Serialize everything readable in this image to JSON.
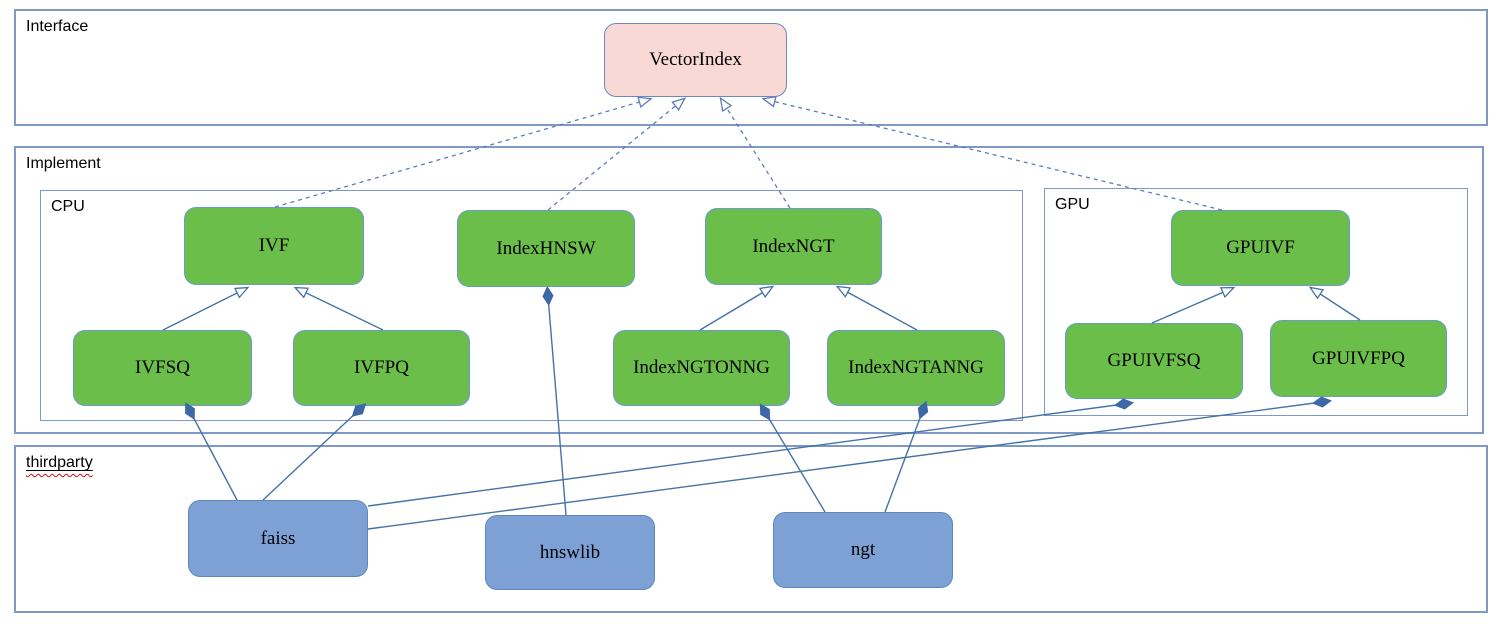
{
  "diagram": {
    "containers": [
      {
        "id": "interface",
        "label": "Interface"
      },
      {
        "id": "implement",
        "label": "Implement"
      },
      {
        "id": "cpu",
        "label": "CPU"
      },
      {
        "id": "gpu",
        "label": "GPU"
      },
      {
        "id": "thirdparty",
        "label": "thirdparty",
        "spellcheck_squiggle": true
      }
    ],
    "nodes": [
      {
        "id": "vectorindex",
        "label": "VectorIndex",
        "kind": "interface",
        "container": "interface"
      },
      {
        "id": "ivf",
        "label": "IVF",
        "kind": "implementation",
        "container": "cpu"
      },
      {
        "id": "indexhnsw",
        "label": "IndexHNSW",
        "kind": "implementation",
        "container": "cpu"
      },
      {
        "id": "indexngt",
        "label": "IndexNGT",
        "kind": "implementation",
        "container": "cpu"
      },
      {
        "id": "ivfsq",
        "label": "IVFSQ",
        "kind": "implementation",
        "container": "cpu"
      },
      {
        "id": "ivfpq",
        "label": "IVFPQ",
        "kind": "implementation",
        "container": "cpu"
      },
      {
        "id": "indexngtonng",
        "label": "IndexNGTONNG",
        "kind": "implementation",
        "container": "cpu"
      },
      {
        "id": "indexngtanng",
        "label": "IndexNGTANNG",
        "kind": "implementation",
        "container": "cpu"
      },
      {
        "id": "gpuivf",
        "label": "GPUIVF",
        "kind": "implementation",
        "container": "gpu"
      },
      {
        "id": "gpuivfsq",
        "label": "GPUIVFSQ",
        "kind": "implementation",
        "container": "gpu"
      },
      {
        "id": "gpuivfpq",
        "label": "GPUIVFPQ",
        "kind": "implementation",
        "container": "gpu"
      },
      {
        "id": "faiss",
        "label": "faiss",
        "kind": "library",
        "container": "thirdparty"
      },
      {
        "id": "hnswlib",
        "label": "hnswlib",
        "kind": "library",
        "container": "thirdparty"
      },
      {
        "id": "ngt",
        "label": "ngt",
        "kind": "library",
        "container": "thirdparty"
      }
    ],
    "edges": [
      {
        "from": "IVF",
        "to": "VectorIndex",
        "type": "realization",
        "style": "dashed, open arrow at VectorIndex"
      },
      {
        "from": "IndexHNSW",
        "to": "VectorIndex",
        "type": "realization",
        "style": "dashed, open arrow at VectorIndex"
      },
      {
        "from": "IndexNGT",
        "to": "VectorIndex",
        "type": "realization",
        "style": "dashed, open arrow at VectorIndex"
      },
      {
        "from": "GPUIVF",
        "to": "VectorIndex",
        "type": "realization",
        "style": "dashed, open arrow at VectorIndex"
      },
      {
        "from": "IVFSQ",
        "to": "IVF",
        "type": "generalization",
        "style": "solid, hollow triangle at IVF"
      },
      {
        "from": "IVFPQ",
        "to": "IVF",
        "type": "generalization",
        "style": "solid, hollow triangle at IVF"
      },
      {
        "from": "IndexNGTONNG",
        "to": "IndexNGT",
        "type": "generalization",
        "style": "solid, hollow triangle at IndexNGT"
      },
      {
        "from": "IndexNGTANNG",
        "to": "IndexNGT",
        "type": "generalization",
        "style": "solid, hollow triangle at IndexNGT"
      },
      {
        "from": "GPUIVFSQ",
        "to": "GPUIVF",
        "type": "generalization",
        "style": "solid, hollow triangle at GPUIVF"
      },
      {
        "from": "GPUIVFPQ",
        "to": "GPUIVF",
        "type": "generalization",
        "style": "solid, hollow triangle at GPUIVF"
      },
      {
        "from": "faiss",
        "to": "IVFSQ",
        "type": "composition",
        "style": "solid, filled diamond at IVFSQ"
      },
      {
        "from": "faiss",
        "to": "IVFPQ",
        "type": "composition",
        "style": "solid, filled diamond at IVFPQ"
      },
      {
        "from": "faiss",
        "to": "GPUIVFSQ",
        "type": "composition",
        "style": "solid, filled diamond at GPUIVFSQ"
      },
      {
        "from": "faiss",
        "to": "GPUIVFPQ",
        "type": "composition",
        "style": "solid, filled diamond at GPUIVFPQ"
      },
      {
        "from": "hnswlib",
        "to": "IndexHNSW",
        "type": "composition",
        "style": "solid, filled diamond at IndexHNSW"
      },
      {
        "from": "ngt",
        "to": "IndexNGTONNG",
        "type": "composition",
        "style": "solid, filled diamond at IndexNGTONNG"
      },
      {
        "from": "ngt",
        "to": "IndexNGTANNG",
        "type": "composition",
        "style": "solid, filled diamond at IndexNGTANNG"
      }
    ],
    "colors": {
      "interface_fill": "#f9d9d6",
      "implementation_fill": "#6cbe4b",
      "library_fill": "#7da1d5",
      "node_border": "#699bd1",
      "container_border": "#7e99c5",
      "connector": "#4472a8",
      "dashed_connector": "#5f7cba",
      "diamond_fill": "#3c68a8",
      "squiggle": "#cc1111"
    }
  }
}
